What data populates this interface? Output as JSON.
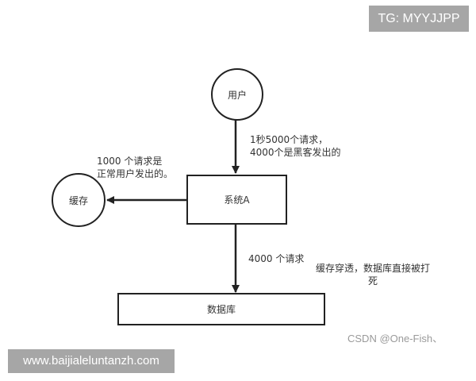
{
  "watermarks": {
    "top_right": "TG: MYYJJPP",
    "bottom_left": "www.baijialeluntanzh.com",
    "credit": "CSDN @One-Fish、"
  },
  "nodes": {
    "user": "用户",
    "cache": "缓存",
    "system": "系统A",
    "database": "数据库"
  },
  "edges": {
    "user_to_system": "1秒5000个请求，\n4000个是黑客发出的",
    "system_to_cache": "1000 个请求是\n正常用户发出的。",
    "system_to_database": "4000 个请求"
  },
  "annotations": {
    "cache_penetration": "缓存穿透，数据库直接被打\n死"
  },
  "colors": {
    "stroke": "#222222",
    "watermark_bg": "#a6a6a6",
    "text": "#333333"
  }
}
